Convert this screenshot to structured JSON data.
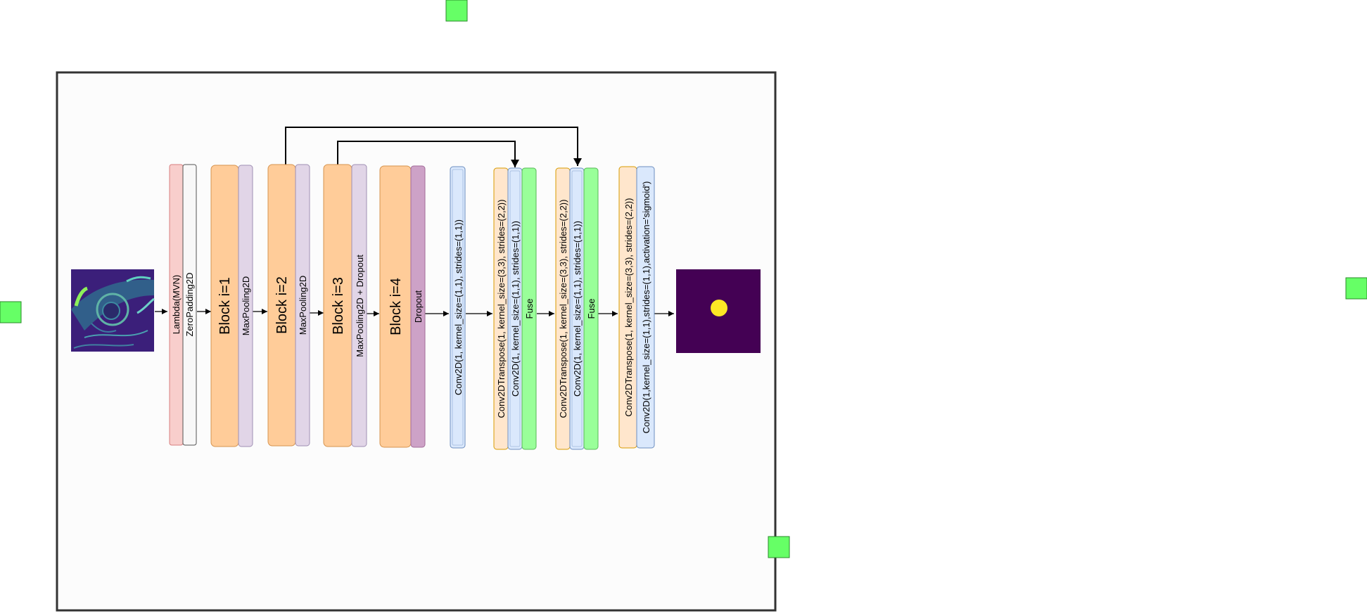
{
  "colors": {
    "frame_fill": "#fcfcfc",
    "frame_stroke": "#333333",
    "handle": "#66ff66",
    "lambda": "#f8cecc",
    "lambda_stroke": "#d77f7f",
    "zeropad": "#f8f8f8",
    "block": "#ffcc99",
    "block_stroke": "#d6944f",
    "maxpool": "#e1d5e7",
    "maxpool_stroke": "#9f8fb3",
    "dropout": "#cda2c7",
    "dropout_stroke": "#a36d9a",
    "conv": "#dae8fc",
    "conv_stroke": "#6c8ebf",
    "transpose": "#ffe6cc",
    "transpose_stroke": "#d79b00",
    "fuse": "#99ff99",
    "fuse_stroke": "#58b858",
    "output_bg": "#440154",
    "output_dot": "#fde725"
  },
  "diagram": {
    "input_image": "cardiac MRI slice",
    "output_image": "segmentation mask",
    "layers": {
      "lambda": "Lambda(MVN)",
      "zeropad": "ZeroPadding2D",
      "block1": "Block i=1",
      "maxpool1": "MaxPooling2D",
      "block2": "Block i=2",
      "maxpool2": "MaxPooling2D",
      "block3": "Block i=3",
      "maxpool3": "MaxPooling2D + Dropout",
      "block4": "Block i=4",
      "dropout": "Dropout",
      "conv_mid": "Conv2D(1, kernel_size=(1,1), strides=(1,1))",
      "transpose1": "Conv2DTranspose(1, kernel_size=(3,3), strides=(2,2))",
      "conv_skip1": "Conv2D(1, kernel_size=(1,1), strides=(1,1))",
      "fuse1": "Fuse",
      "transpose2": "Conv2DTranspose(1, kernel_size=(3,3), strides=(2,2))",
      "conv_skip2": "Conv2D(1, kernel_size=(1,1), strides=(1,1))",
      "fuse2": "Fuse",
      "transpose3": "Conv2DTranspose(1, kernel_size=(3,3), strides=(2,2))",
      "conv_out": "Conv2D(1,kernel_size=(1,1),strides=(1,1),activation='sigmoid')"
    }
  }
}
